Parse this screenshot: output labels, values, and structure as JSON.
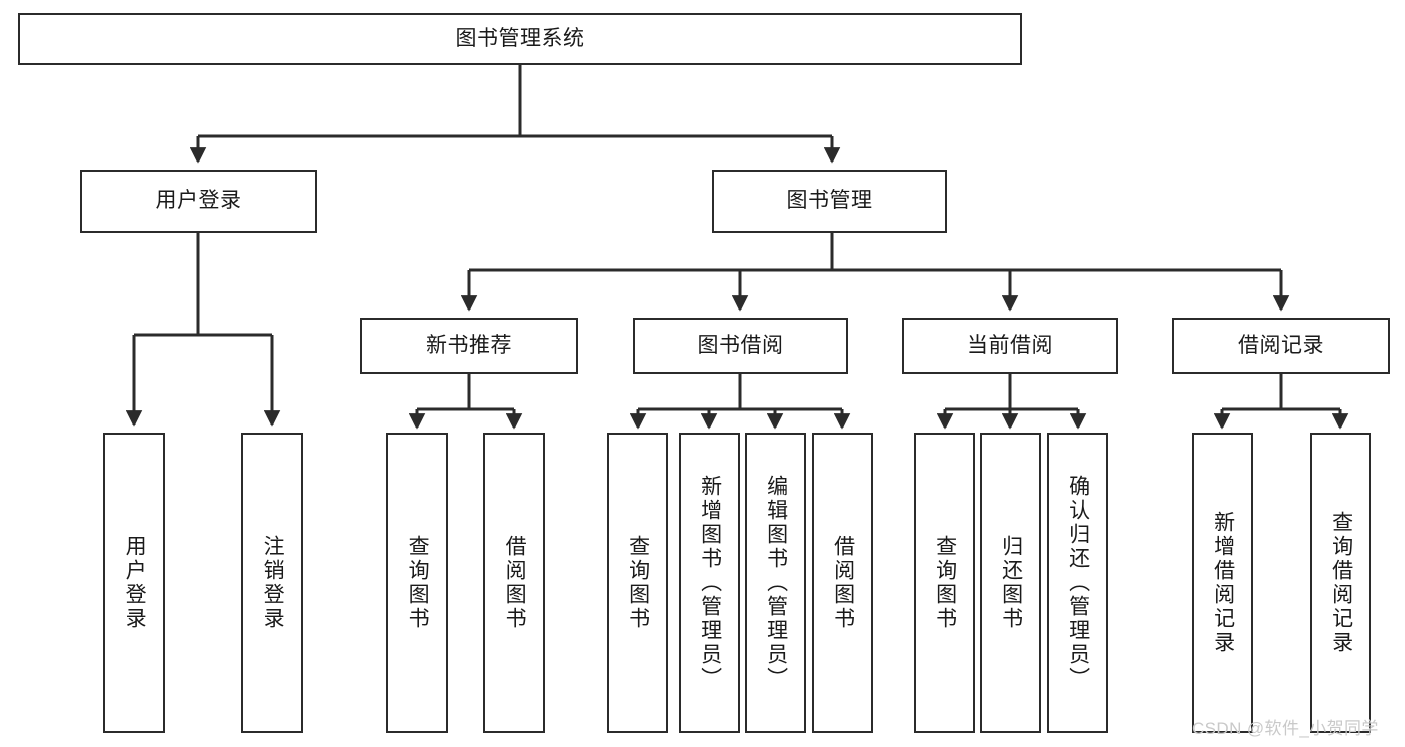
{
  "diagram": {
    "type": "tree-hierarchy",
    "title": "图书管理系统",
    "background_color": "#ffffff",
    "line_color": "#2b2b2b",
    "text_color": "#1a1a1a",
    "nodes": {
      "root": {
        "label": "图书管理系统"
      },
      "level2": [
        {
          "label": "用户登录"
        },
        {
          "label": "图书管理"
        }
      ],
      "level3": [
        {
          "label": "新书推荐"
        },
        {
          "label": "图书借阅"
        },
        {
          "label": "当前借阅"
        },
        {
          "label": "借阅记录"
        }
      ],
      "leaves_user_login": [
        {
          "label": "用户登录"
        },
        {
          "label": "注销登录"
        }
      ],
      "leaves_new_book": [
        {
          "label": "查询图书"
        },
        {
          "label": "借阅图书"
        }
      ],
      "leaves_borrow": [
        {
          "label": "查询图书"
        },
        {
          "label": "新增图书（管理员）"
        },
        {
          "label": "编辑图书（管理员）"
        },
        {
          "label": "借阅图书"
        }
      ],
      "leaves_current": [
        {
          "label": "查询图书"
        },
        {
          "label": "归还图书"
        },
        {
          "label": "确认归还（管理员）"
        }
      ],
      "leaves_records": [
        {
          "label": "新增借阅记录"
        },
        {
          "label": "查询借阅记录"
        }
      ]
    },
    "watermark": "CSDN @软件_小贺同学"
  }
}
